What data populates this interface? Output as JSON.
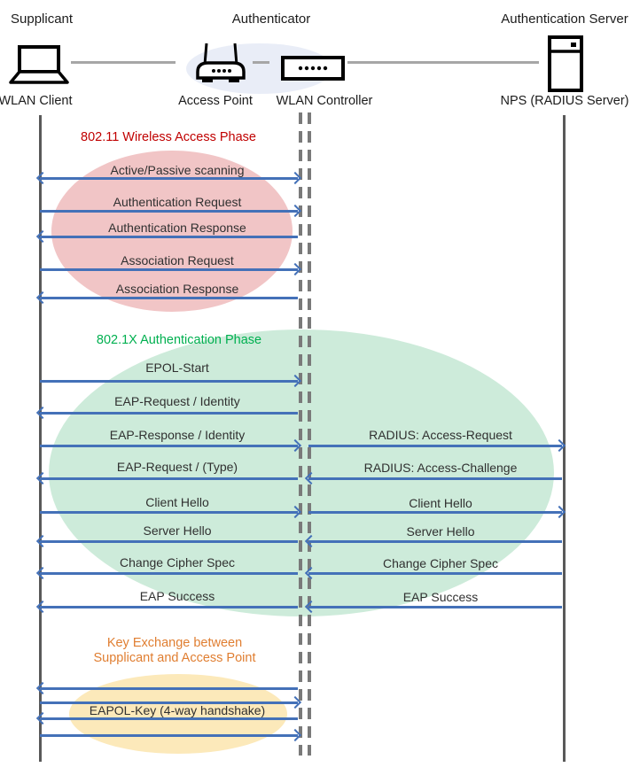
{
  "roles": [
    "Supplicant",
    "Authenticator",
    "Authentication Server"
  ],
  "nodes": [
    {
      "label": "WLAN Client",
      "icon": "laptop-icon"
    },
    {
      "label": "Access Point",
      "icon": "wireless-router-icon"
    },
    {
      "label": "WLAN Controller",
      "icon": "controller-box-icon"
    },
    {
      "label": "NPS (RADIUS Server)",
      "icon": "server-icon"
    }
  ],
  "phases": [
    {
      "title": "802.11 Wireless Access Phase",
      "title_color": "#C00000",
      "fill": "#F1C5C6"
    },
    {
      "title": "802.1X Authentication Phase",
      "title_color": "#00B050",
      "fill": "#CDEBDA"
    },
    {
      "title": "Key Exchange between",
      "title2": "Supplicant and Access Point",
      "title_color": "#E07E31",
      "fill": "#FCE9BA"
    }
  ],
  "messages": [
    {
      "label": "Active/Passive scanning",
      "direction": "bidirectional",
      "lane": "client-controller",
      "phase": 0
    },
    {
      "label": "Authentication Request",
      "direction": "right",
      "lane": "client-controller",
      "phase": 0
    },
    {
      "label": "Authentication Response",
      "direction": "left",
      "lane": "client-controller",
      "phase": 0
    },
    {
      "label": "Association Request",
      "direction": "right",
      "lane": "client-controller",
      "phase": 0
    },
    {
      "label": "Association Response",
      "direction": "left",
      "lane": "client-controller",
      "phase": 0
    },
    {
      "label": "EPOL-Start",
      "direction": "right",
      "lane": "client-controller",
      "phase": 1
    },
    {
      "label": "EAP-Request / Identity",
      "direction": "left",
      "lane": "client-controller",
      "phase": 1
    },
    {
      "label": "EAP-Response / Identity",
      "direction": "right",
      "lane": "client-controller",
      "phase": 1
    },
    {
      "label": "RADIUS: Access-Request",
      "direction": "right",
      "lane": "controller-server",
      "phase": 1
    },
    {
      "label": "EAP-Request / (Type)",
      "direction": "left",
      "lane": "client-controller",
      "phase": 1
    },
    {
      "label": "RADIUS: Access-Challenge",
      "direction": "left",
      "lane": "controller-server",
      "phase": 1
    },
    {
      "label": "Client Hello",
      "direction": "right",
      "lane": "client-controller",
      "phase": 1
    },
    {
      "label": "Client Hello",
      "direction": "right",
      "lane": "controller-server",
      "phase": 1
    },
    {
      "label": "Server Hello",
      "direction": "left",
      "lane": "client-controller",
      "phase": 1
    },
    {
      "label": "Server Hello",
      "direction": "left",
      "lane": "controller-server",
      "phase": 1
    },
    {
      "label": "Change Cipher Spec",
      "direction": "left",
      "lane": "client-controller",
      "phase": 1
    },
    {
      "label": "Change Cipher Spec",
      "direction": "left",
      "lane": "controller-server",
      "phase": 1
    },
    {
      "label": "EAP Success",
      "direction": "left",
      "lane": "client-controller",
      "phase": 1
    },
    {
      "label": "EAP Success",
      "direction": "left",
      "lane": "controller-server",
      "phase": 1
    },
    {
      "label": "",
      "direction": "left",
      "lane": "client-controller",
      "phase": 2
    },
    {
      "label": "",
      "direction": "right",
      "lane": "client-controller",
      "phase": 2
    },
    {
      "label": "EAPOL-Key (4-way handshake)",
      "direction": "left",
      "lane": "client-controller",
      "phase": 2
    },
    {
      "label": "",
      "direction": "right",
      "lane": "client-controller",
      "phase": 2
    }
  ],
  "colors": {
    "arrow_blue": "#4471B8",
    "lifeline_gray": "#595959",
    "dashed_gray": "#7A7A7A",
    "connector_gray": "#A6A6A6",
    "message_text": "#303030",
    "phase1_title": "#C00000",
    "phase1_fill": "#F1C5C6",
    "phase2_title": "#00B050",
    "phase2_fill": "#CDEBDA",
    "phase3_title": "#E07E31",
    "phase3_fill": "#FCE9BA",
    "hub_fill": "#E9EDF7"
  }
}
